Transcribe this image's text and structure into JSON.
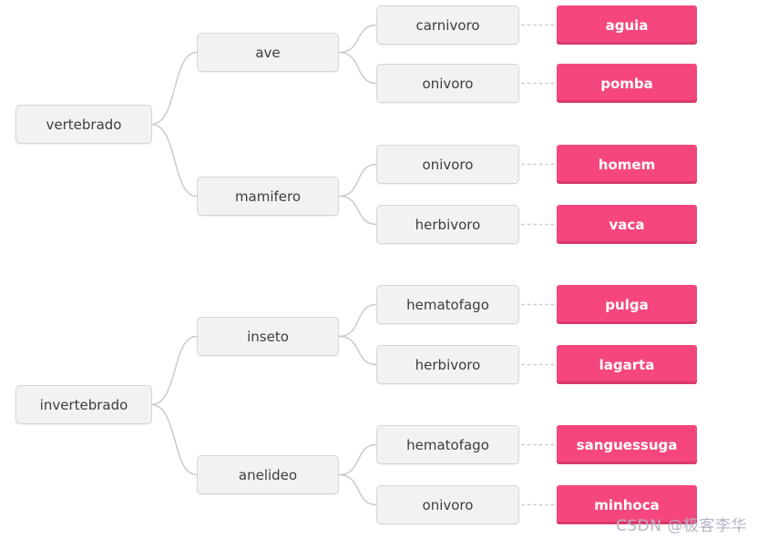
{
  "watermark": "CSDN @极客李华",
  "colors": {
    "leaf_bg": "#f5477d",
    "leaf_edge": "#d93a6b",
    "node_bg": "#f2f2f2",
    "node_border": "#d6d6d6",
    "connector": "#cbcbcb",
    "watermark": "#b5b4c5"
  },
  "mindmap": {
    "type": "tree",
    "roots": [
      {
        "label": "vertebrado",
        "children": [
          {
            "label": "ave",
            "items": [
              {
                "category": "carnivoro",
                "animal": "aguia"
              },
              {
                "category": "onivoro",
                "animal": "pomba"
              }
            ]
          },
          {
            "label": "mamifero",
            "items": [
              {
                "category": "onivoro",
                "animal": "homem"
              },
              {
                "category": "herbivoro",
                "animal": "vaca"
              }
            ]
          }
        ]
      },
      {
        "label": "invertebrado",
        "children": [
          {
            "label": "inseto",
            "items": [
              {
                "category": "hematofago",
                "animal": "pulga"
              },
              {
                "category": "herbivoro",
                "animal": "lagarta"
              }
            ]
          },
          {
            "label": "anelideo",
            "items": [
              {
                "category": "hematofago",
                "animal": "sanguessuga"
              },
              {
                "category": "onivoro",
                "animal": "minhoca"
              }
            ]
          }
        ]
      }
    ]
  }
}
